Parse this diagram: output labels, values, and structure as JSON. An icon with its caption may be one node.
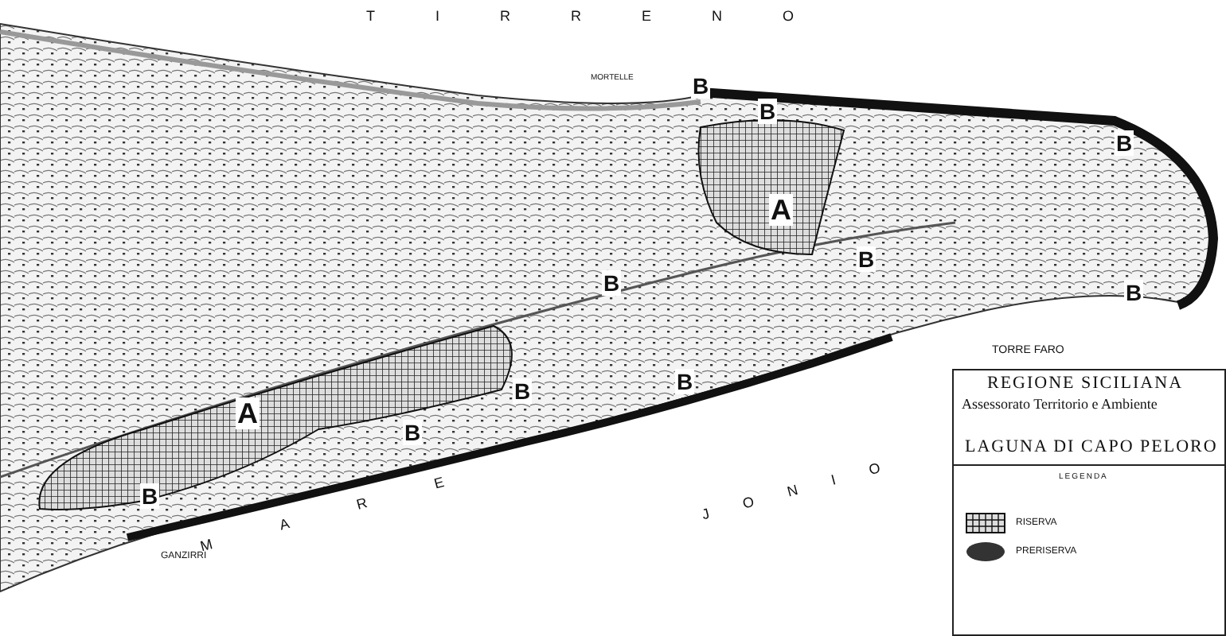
{
  "diagram": {
    "title": "LAGUNA DI CAPO PELORO",
    "labels": [
      "TIRRENO",
      "MORTELLE",
      "B",
      "B",
      "B",
      "A",
      "B",
      "B",
      "B",
      "TORRE FARO",
      "A",
      "B",
      "B",
      "B",
      "JONIO",
      "GANZIRRI",
      "B",
      "MARE",
      "REGIONE SICILIANA",
      "Assessorato Territorio e Ambiente",
      "LEGENDA"
    ],
    "legend": [
      {
        "text": "RISERVA"
      },
      {
        "text": "PRERISERVA"
      }
    ]
  }
}
